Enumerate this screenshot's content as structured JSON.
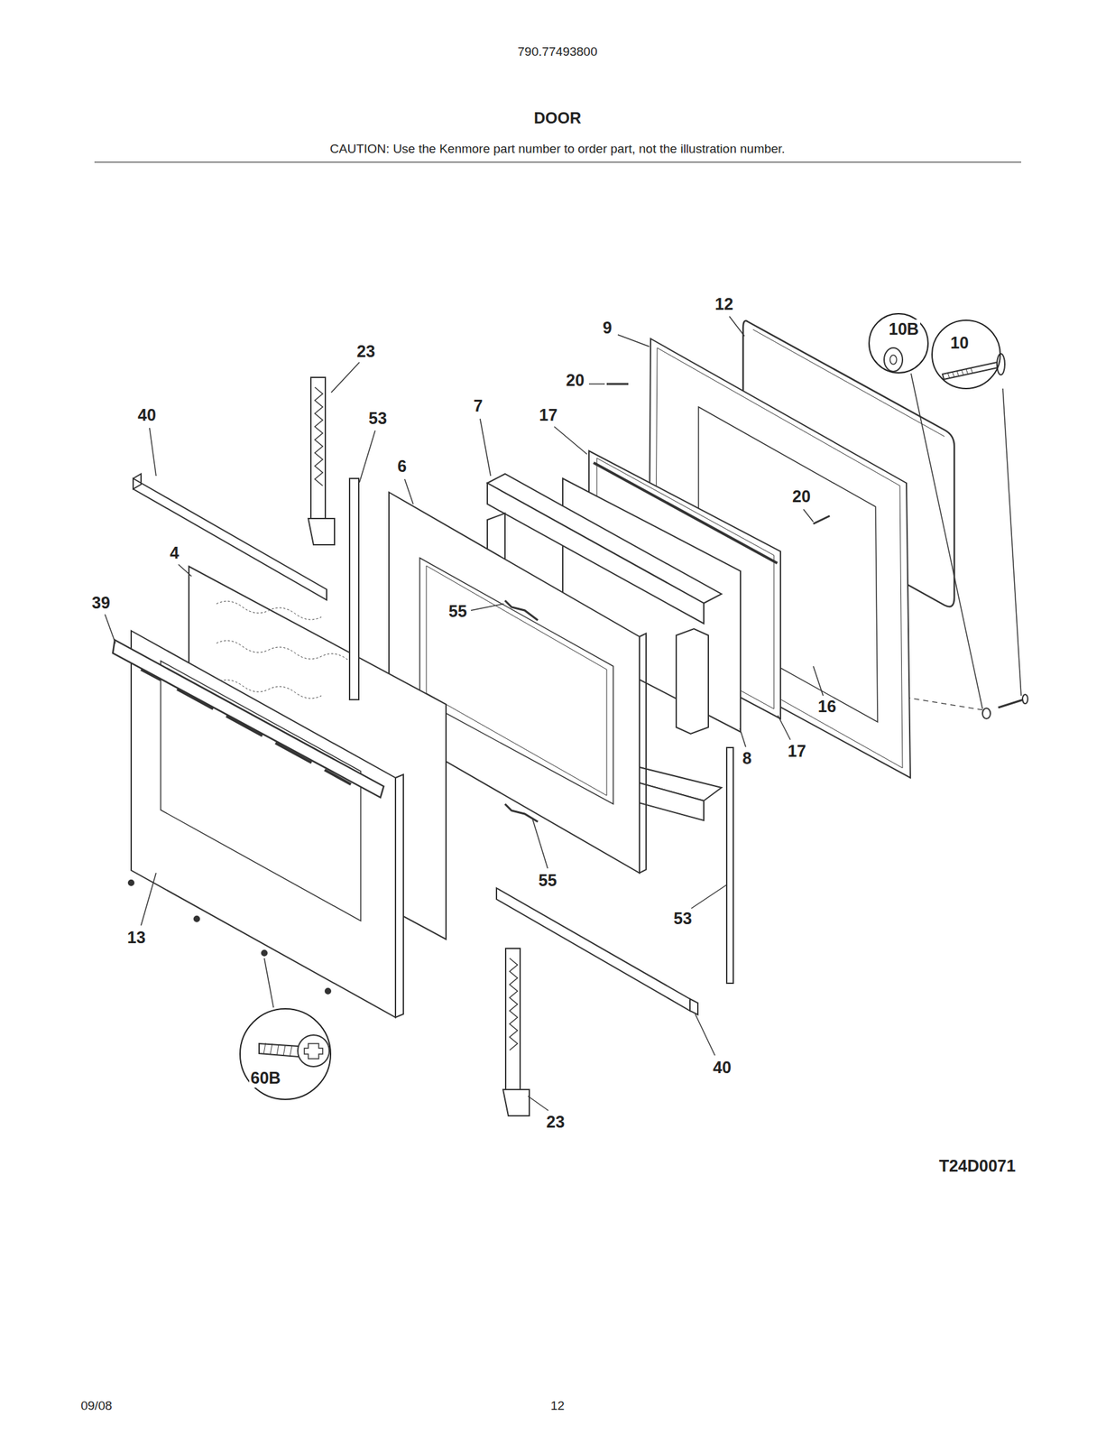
{
  "diagram": {
    "title": "DOOR",
    "nodes": [
      {
        "text": [
          "10B"
        ]
      },
      {
        "text": [
          "10"
        ]
      },
      {
        "text": [
          "60B"
        ]
      }
    ],
    "labels": [
      "790.77493800",
      "CAUTION: Use the Kenmore part number to order part, not the illustration number.",
      "12",
      "9",
      "23",
      "20",
      "40",
      "53",
      "7",
      "17",
      "6",
      "20",
      "4",
      "39",
      "55",
      "16",
      "17",
      "8",
      "55",
      "13",
      "53",
      "40",
      "23",
      "T24D0071",
      "09/08",
      "12"
    ]
  }
}
